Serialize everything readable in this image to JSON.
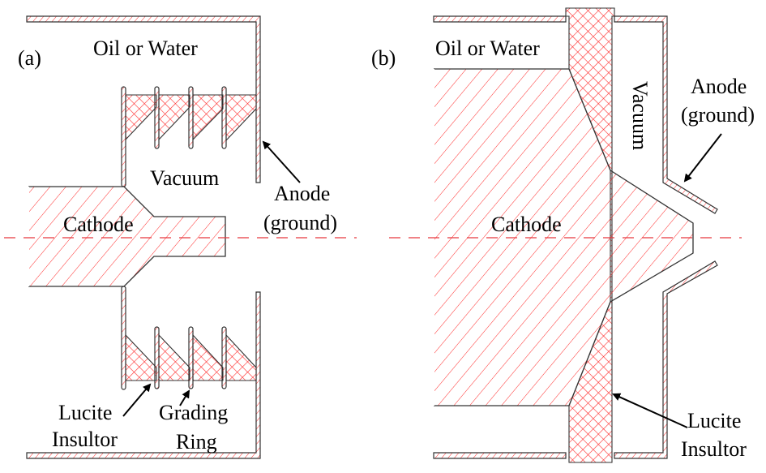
{
  "colors": {
    "hatch": "#ff2a2a",
    "outline": "#333333",
    "axis": "#e8373d",
    "text": "#000000"
  },
  "panel_a": {
    "label": "(a)",
    "region_outer": "Oil or Water",
    "region_inner": "Vacuum",
    "cathode": "Cathode",
    "anode_line1": "Anode",
    "anode_line2": "(ground)",
    "insulator_line1": "Lucite",
    "insulator_line2": "Insultor",
    "ring_line1": "Grading",
    "ring_line2": "Ring"
  },
  "panel_b": {
    "label": "(b)",
    "region_outer": "Oil or Water",
    "region_inner": "Vacuum",
    "cathode": "Cathode",
    "anode_line1": "Anode",
    "anode_line2": "(ground)",
    "insulator_line1": "Lucite",
    "insulator_line2": "Insultor"
  }
}
